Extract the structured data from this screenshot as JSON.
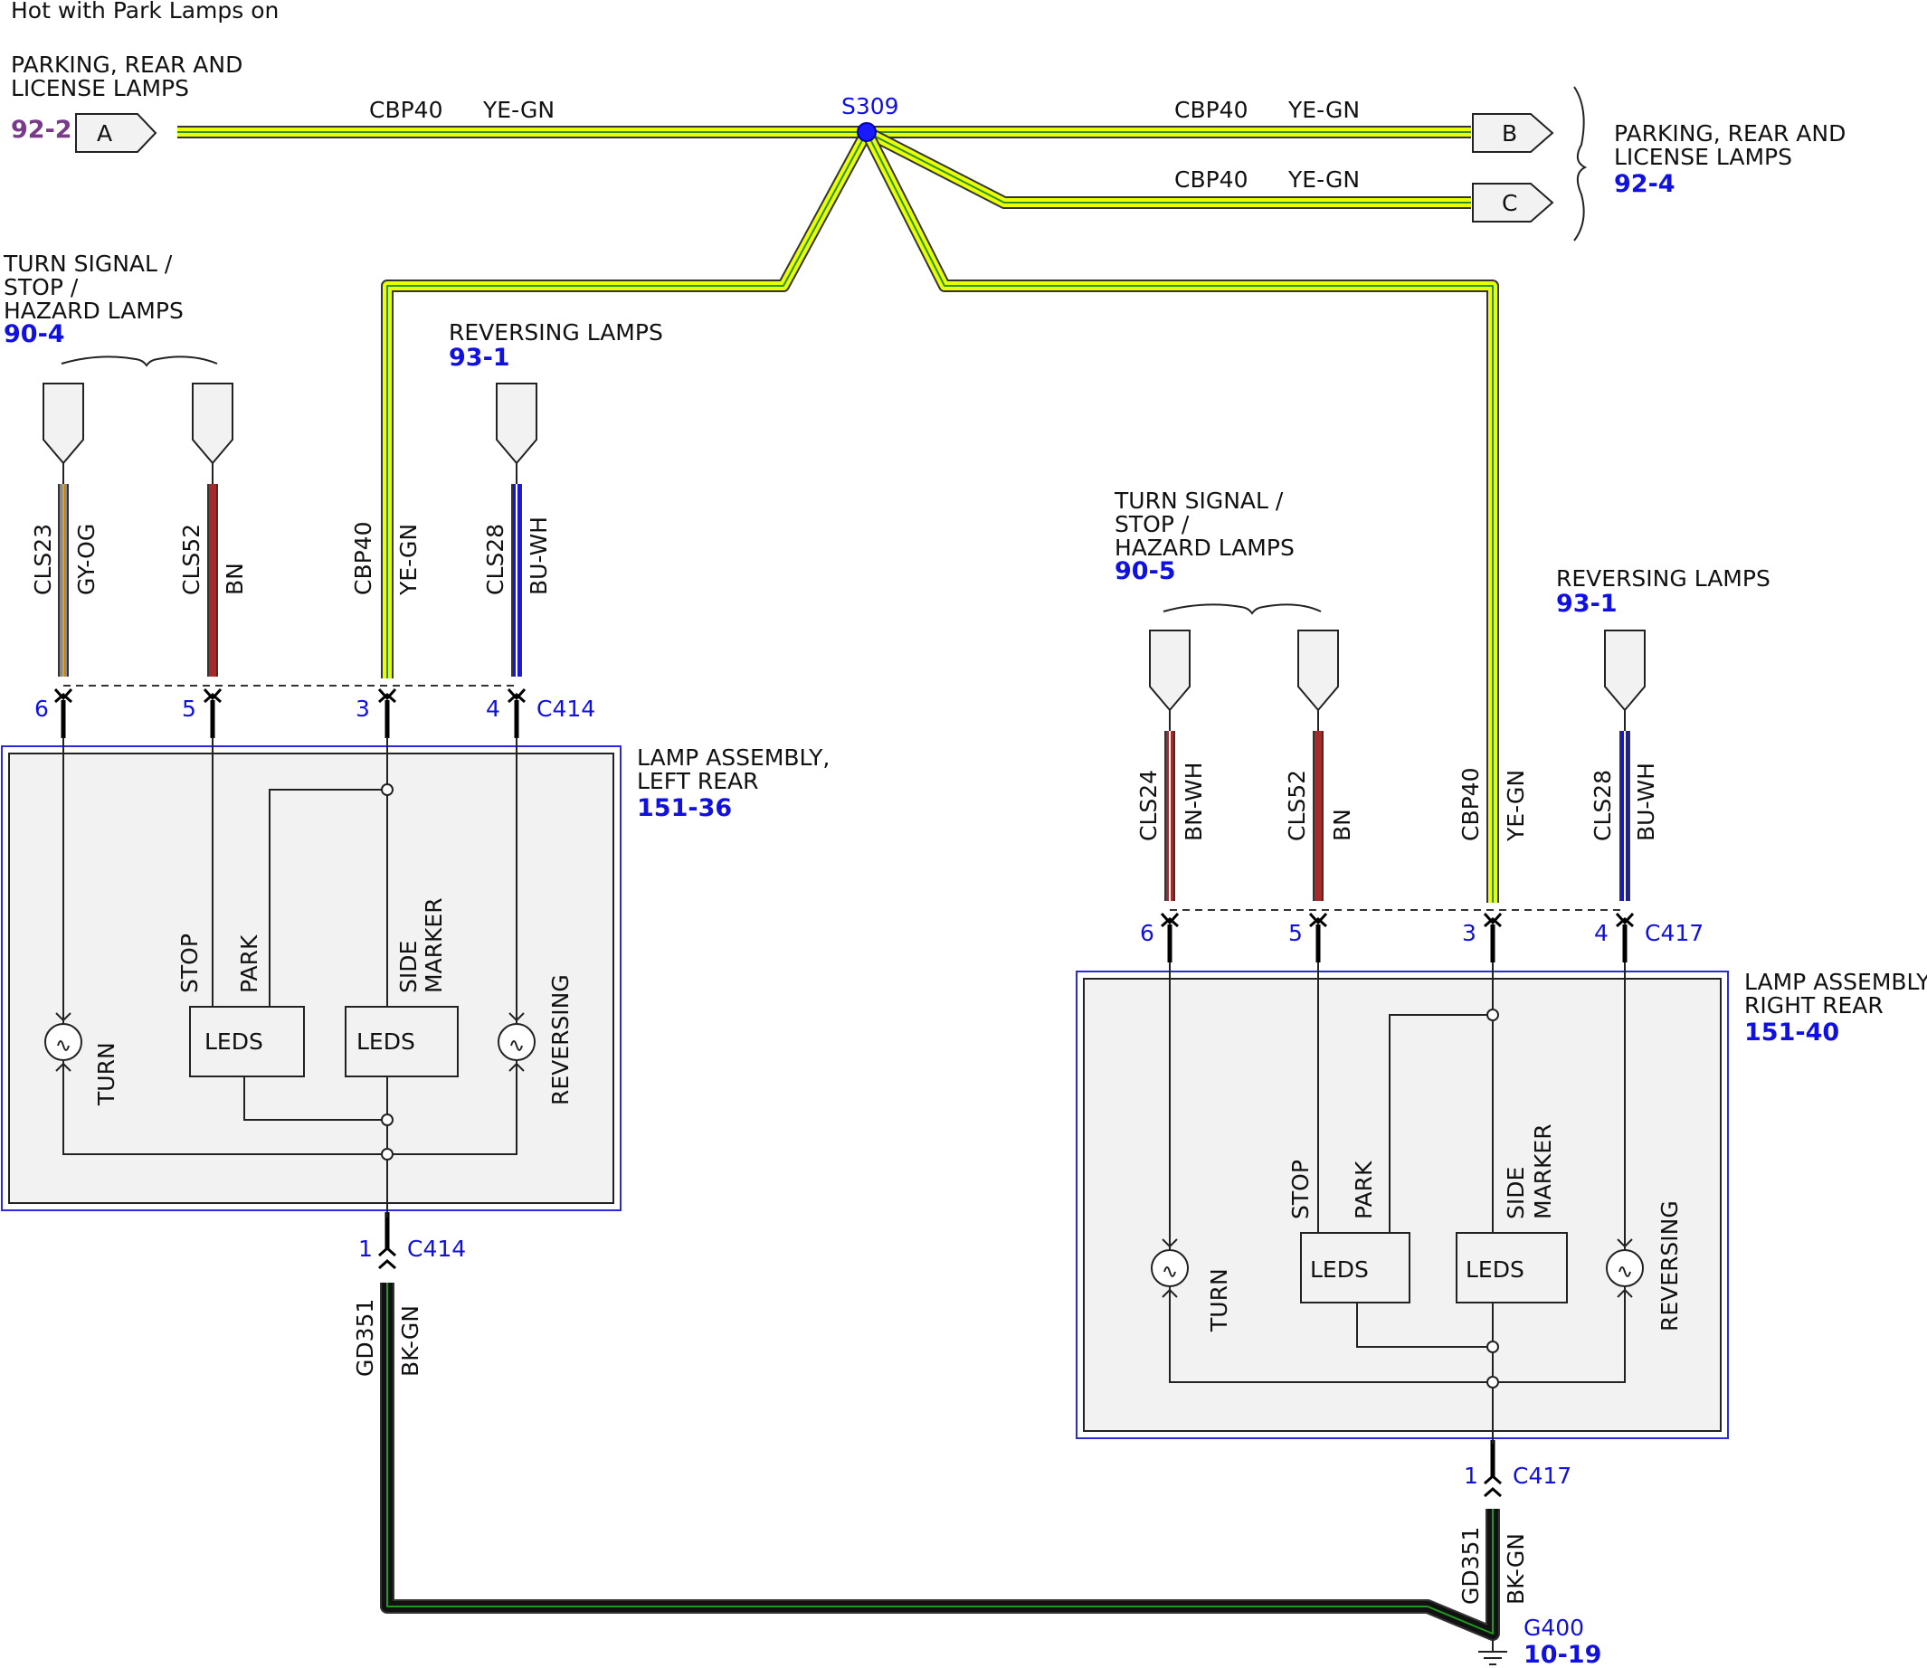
{
  "header": {
    "note": "Hot with Park Lamps on"
  },
  "left_source": {
    "title_lines": [
      "PARKING, REAR AND",
      "LICENSE LAMPS"
    ],
    "ref": "92-2",
    "connector": "A",
    "circuit": "CBP40",
    "color": "YE-GN"
  },
  "splice": {
    "label": "S309"
  },
  "right_dest": {
    "title_lines": [
      "PARKING, REAR AND",
      "LICENSE LAMPS"
    ],
    "ref": "92-4",
    "branch_b": {
      "connector": "B",
      "circuit": "CBP40",
      "color": "YE-GN"
    },
    "branch_c": {
      "connector": "C",
      "circuit": "CBP40",
      "color": "YE-GN"
    }
  },
  "left_group": {
    "turn_label": [
      "TURN SIGNAL /",
      "STOP /",
      "HAZARD LAMPS"
    ],
    "turn_ref": "90-4",
    "rev_label": "REVERSING LAMPS",
    "rev_ref": "93-1",
    "wires": [
      {
        "circuit": "CLS23",
        "color": "GY-OG",
        "pin": "6"
      },
      {
        "circuit": "CLS52",
        "color": "BN",
        "pin": "5"
      },
      {
        "circuit": "CBP40",
        "color": "YE-GN",
        "pin": "3"
      },
      {
        "circuit": "CLS28",
        "color": "BU-WH",
        "pin": "4"
      }
    ],
    "connector": "C414",
    "assembly_lines": [
      "LAMP ASSEMBLY,",
      "LEFT REAR"
    ],
    "assembly_ref": "151-36",
    "labels": {
      "stop": "STOP",
      "park": "PARK",
      "side": "SIDE",
      "marker": "MARKER",
      "leds1": "LEDS",
      "leds2": "LEDS",
      "turn": "TURN",
      "reversing": "REVERSING"
    },
    "ground_pin": "1",
    "ground_connector": "C414",
    "ground_circuit": "GD351",
    "ground_color": "BK-GN"
  },
  "right_group": {
    "turn_label": [
      "TURN SIGNAL /",
      "STOP /",
      "HAZARD LAMPS"
    ],
    "turn_ref": "90-5",
    "rev_label": "REVERSING LAMPS",
    "rev_ref": "93-1",
    "wires": [
      {
        "circuit": "CLS24",
        "color": "BN-WH",
        "pin": "6"
      },
      {
        "circuit": "CLS52",
        "color": "BN",
        "pin": "5"
      },
      {
        "circuit": "CBP40",
        "color": "YE-GN",
        "pin": "3"
      },
      {
        "circuit": "CLS28",
        "color": "BU-WH",
        "pin": "4"
      }
    ],
    "connector": "C417",
    "assembly_lines": [
      "LAMP ASSEMBLY,",
      "RIGHT REAR"
    ],
    "assembly_ref": "151-40",
    "labels": {
      "stop": "STOP",
      "park": "PARK",
      "side": "SIDE",
      "marker": "MARKER",
      "leds1": "LEDS",
      "leds2": "LEDS",
      "turn": "TURN",
      "reversing": "REVERSING"
    },
    "ground_pin": "1",
    "ground_connector": "C417",
    "ground_circuit": "GD351",
    "ground_color": "BK-GN"
  },
  "ground": {
    "label": "G400",
    "ref": "10-19"
  },
  "wire_colors": {
    "YE-GN": "#eaff00",
    "YE-GN-stripe": "#2f8f2f",
    "BN": "#a52a2a",
    "GY-OG": "#8a8a8a",
    "GY-OG-stripe": "#f39c12",
    "BU-WH": "#1515dd",
    "BN-WH": "#a52a2a",
    "BK-GN": "#111111",
    "BK-GN-stripe": "#1f9a1f"
  }
}
